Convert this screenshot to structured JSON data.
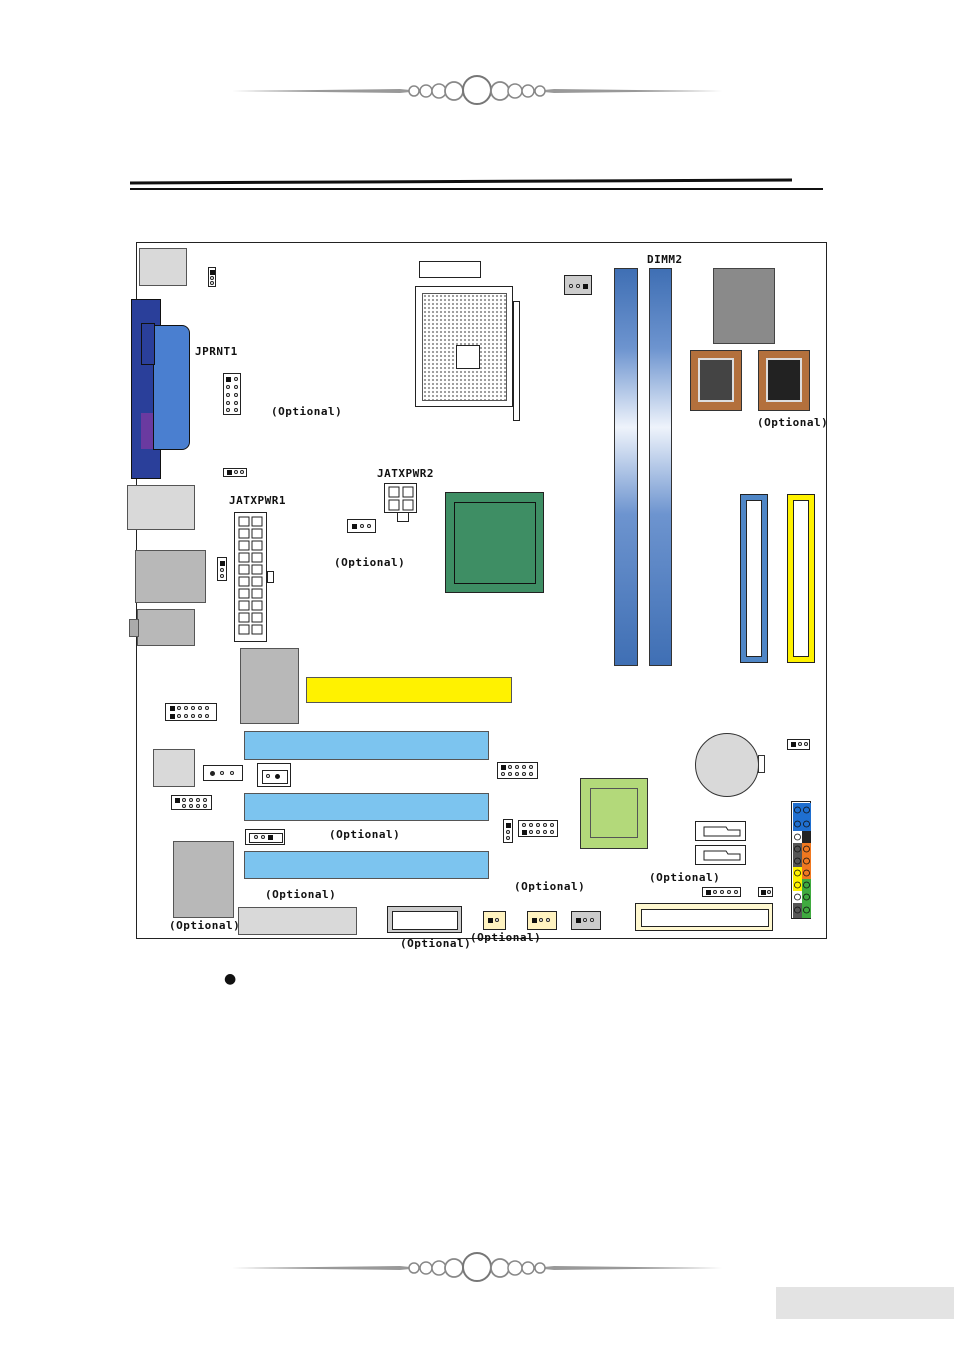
{
  "document": {
    "bullet": "●"
  },
  "board_labels": {
    "jprnt1": "JPRNT1",
    "jatxpwr1": "JATXPWR1",
    "jatxpwr2": "JATXPWR2",
    "dimm2": "DIMM2",
    "optional": "(Optional)"
  },
  "colors": {
    "dimm_blue": "#3f6fb4",
    "pci_yellow": "#fff200",
    "pcie_blue": "#7cc4ef",
    "chipset_green": "#3e8e64",
    "southbridge_green": "#b3d97a",
    "ide_blue": "#4f86c6",
    "ide_yellow": "#fff200",
    "io_chip_brown": "#b3703c",
    "parallel_port_blue": "#2a3f9a"
  },
  "icons": {
    "header_ornament": "decorative-bead-ornament",
    "footer_ornament": "decorative-bead-ornament"
  }
}
